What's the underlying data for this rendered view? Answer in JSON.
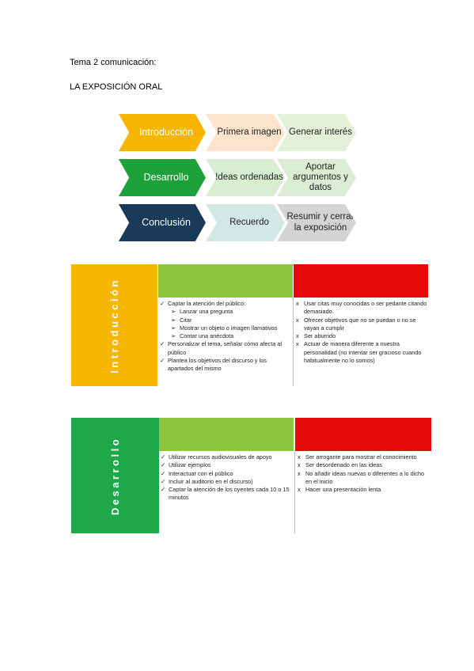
{
  "document": {
    "topic": "Tema 2 comunicación:",
    "heading": "LA EXPOSICIÓN ORAL"
  },
  "diagram": {
    "rows": [
      {
        "main": "Introducción",
        "main_color": "#f6b500",
        "steps": [
          "Primera imagen",
          "Generar interés"
        ],
        "step_colors": [
          "#fbe3cc",
          "#e4f1d9"
        ]
      },
      {
        "main": "Desarrollo",
        "main_color": "#1ea03a",
        "steps": [
          "Ideas ordenadas",
          "Aportar argumentos y datos"
        ],
        "step_colors": [
          "#d8eed0",
          "#dbeed5"
        ]
      },
      {
        "main": "Conclusión",
        "main_color": "#1a3a5a",
        "steps": [
          "Recuerdo",
          "Resumir y cerrar la exposición"
        ],
        "step_colors": [
          "#d2e8e4",
          "#d4d4d4"
        ]
      }
    ]
  },
  "tables": [
    {
      "label": "Introducción",
      "side_color": "#f7b600",
      "positive_color": "#8cc63f",
      "negative_color": "#e70808",
      "positive_marker": "✓",
      "sub_marker": "➢",
      "negative_marker": "x",
      "positive": [
        {
          "text": "Captar la atención del público:",
          "level": 0
        },
        {
          "text": "Lanzar una pregunta",
          "level": 1
        },
        {
          "text": "Citar",
          "level": 1
        },
        {
          "text": "Mostrar un objeto o imagen llamativos",
          "level": 1
        },
        {
          "text": "Contar una anécdota",
          "level": 1
        },
        {
          "text": "Personalizar el tema, señalar cómo afecta al público",
          "level": 0
        },
        {
          "text": "Plantea los objetivos del discurso y los apartados del mismo",
          "level": 0
        }
      ],
      "negative": [
        "Usar citas muy conocidas o ser pedante citando demasiado.",
        "Ofrecer objetivos que no se puedan o no se vayan a cumplir",
        "Ser aburrido",
        "Actuar de manera diferente a nuestra personalidad (no intentar ser gracioso cuando habitualmente no lo somos)"
      ]
    },
    {
      "label": "Desarrollo",
      "side_color": "#1ea84a",
      "positive_color": "#8cc63f",
      "negative_color": "#e70808",
      "positive_marker": "✓",
      "sub_marker": "➢",
      "negative_marker": "x",
      "positive": [
        {
          "text": "Utilizar recursos audiovisuales de apoyo",
          "level": 0
        },
        {
          "text": "Utilizar ejemplos",
          "level": 0
        },
        {
          "text": "Interactuar con el público",
          "level": 0
        },
        {
          "text": "Incluir al auditorio en el discurso)",
          "level": 0
        },
        {
          "text": "Captar la atención de los oyentes cada 10 o 15 minutos",
          "level": 0
        }
      ],
      "negative": [
        "Ser arrogante para mostrar el conocimiento",
        "Ser desordenado en las ideas",
        "No añadir ideas nuevas o diferentes a lo dicho en el inicio",
        "Hacer una presentación lenta"
      ]
    }
  ]
}
